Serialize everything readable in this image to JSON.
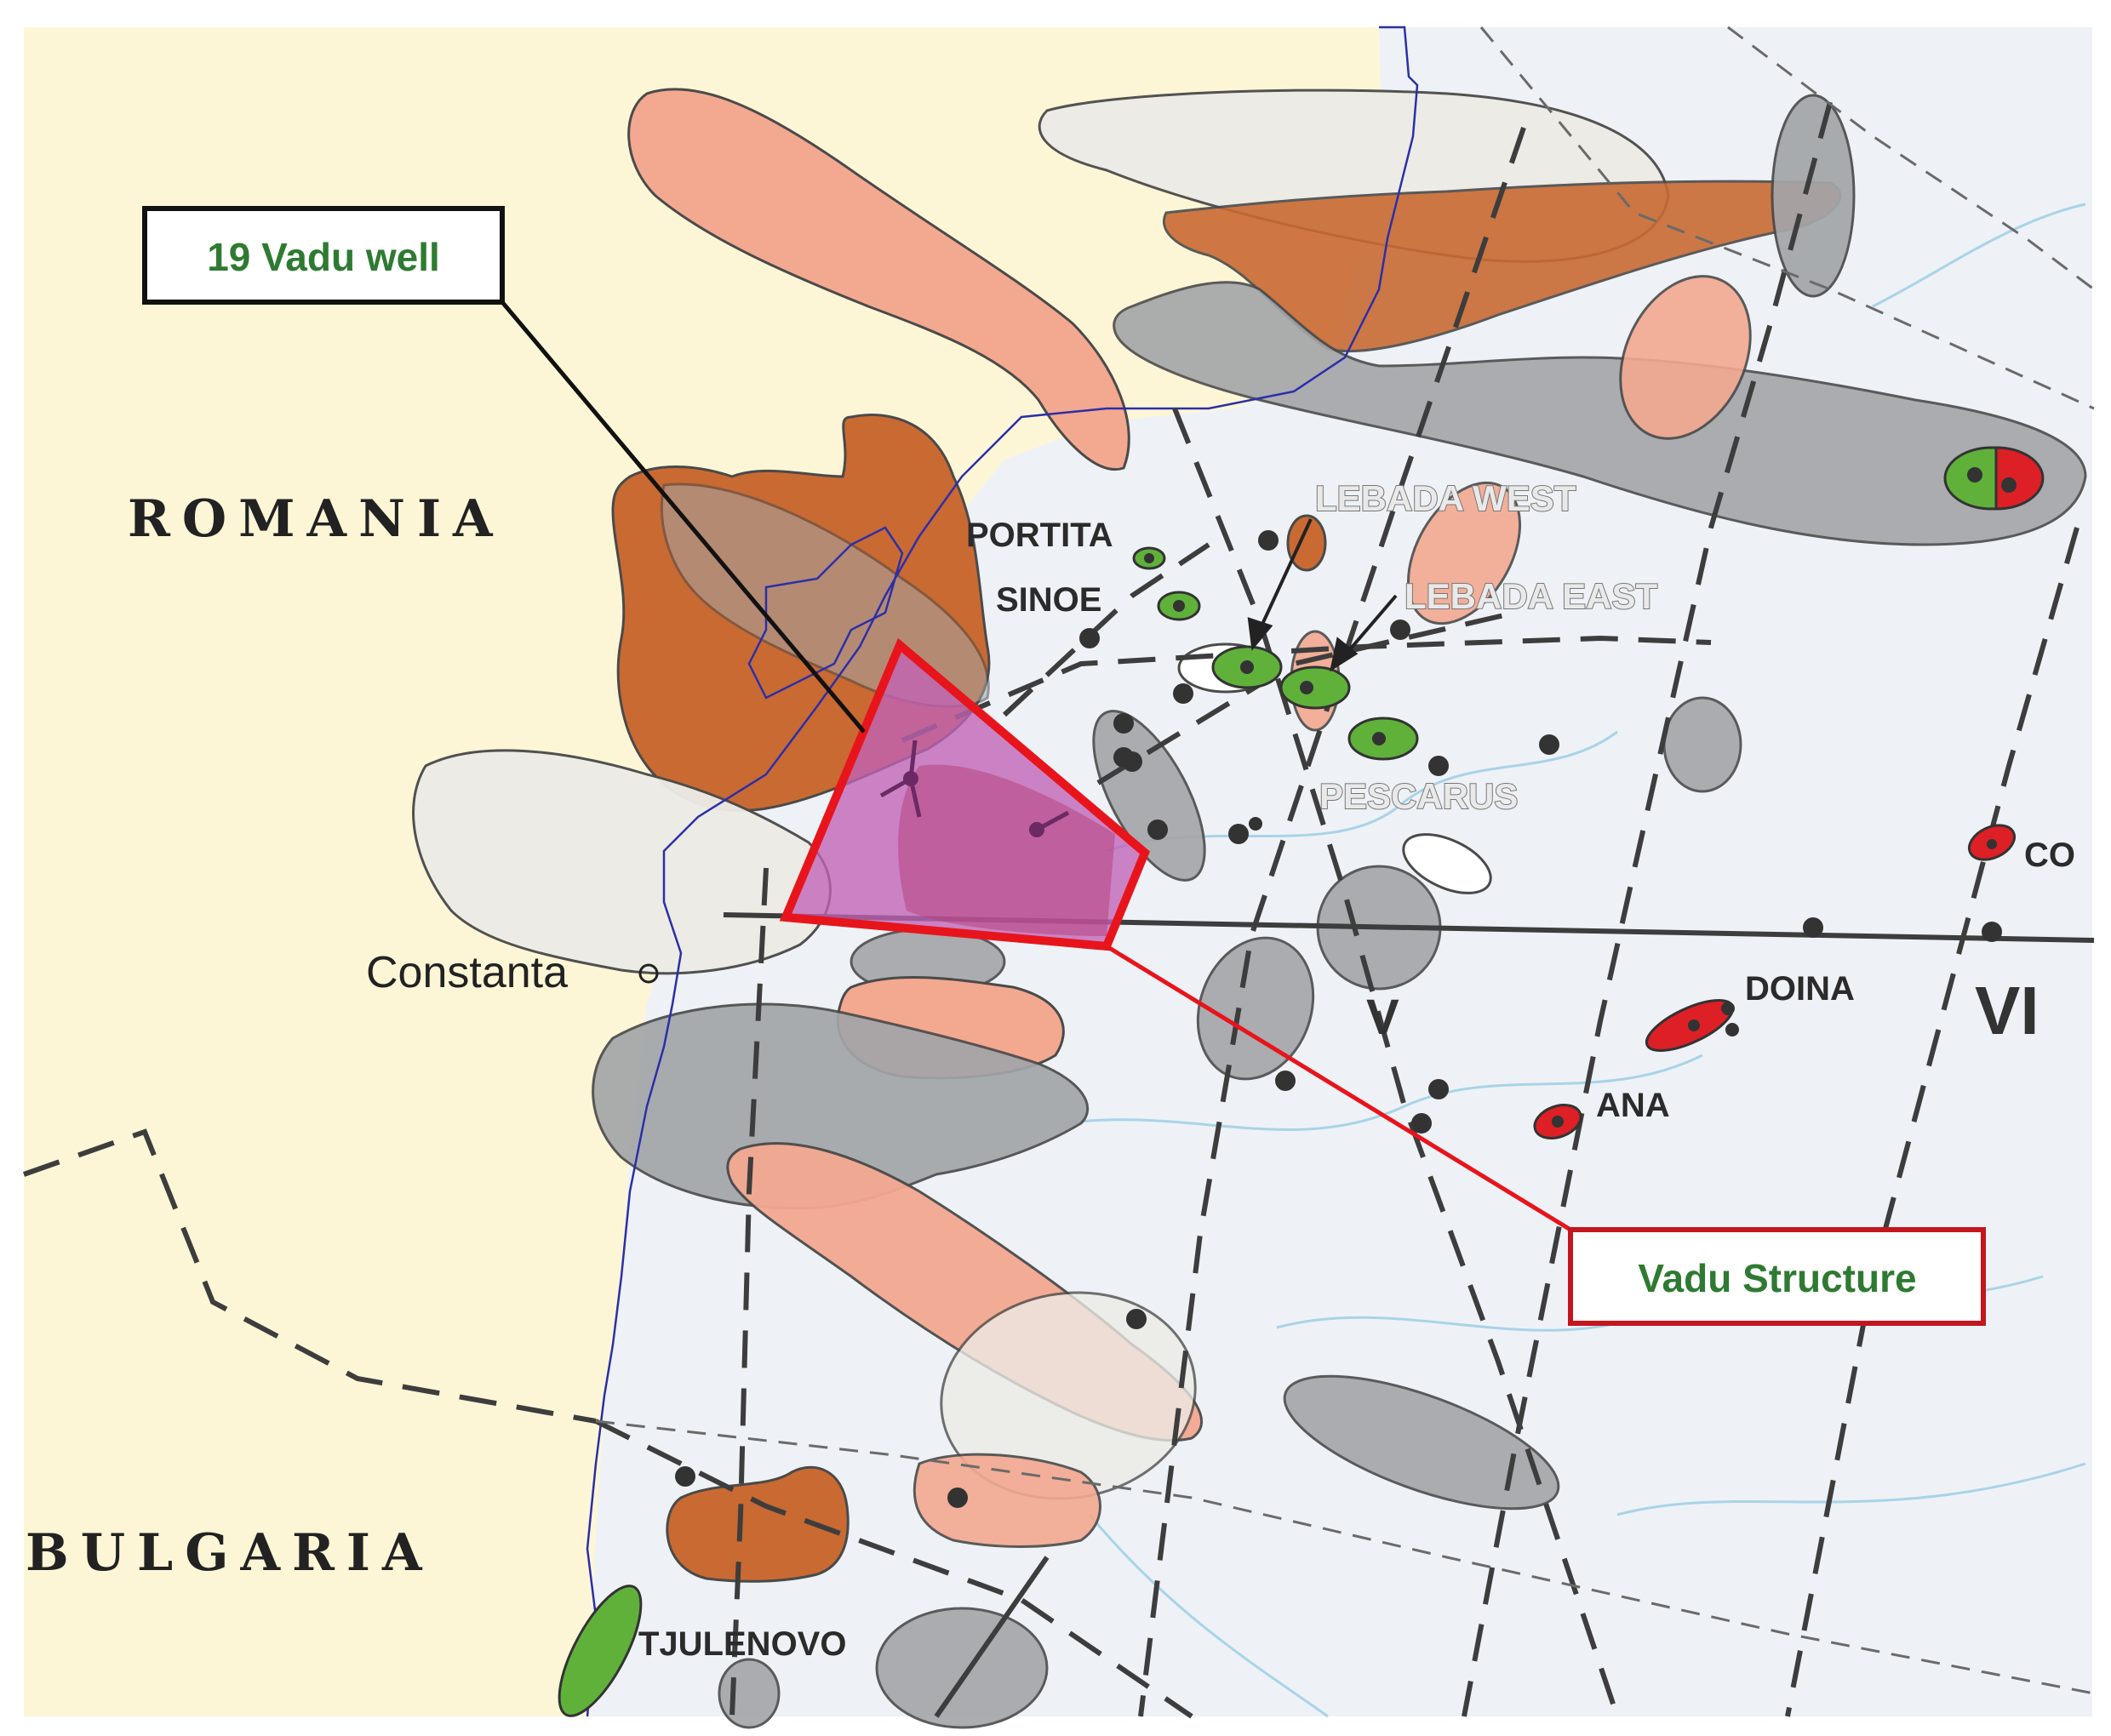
{
  "countries": {
    "romania": "ROMANIA",
    "bulgaria": "BULGARIA"
  },
  "cities": {
    "constanta": "Constanta"
  },
  "fields": {
    "portita": "PORTITA",
    "sinoe": "SINOE",
    "lebada_west": "LEBADA WEST",
    "lebada_east": "LEBADA EAST",
    "pescarus": "PESCARUS",
    "doina": "DOINA",
    "ana": "ANA",
    "cobalcescu": "CO",
    "tjulenovo": "TJULENOVO"
  },
  "zones": {
    "five": "V",
    "six": "VI"
  },
  "callouts": {
    "well": "19 Vadu well",
    "structure": "Vadu Structure"
  },
  "colors": {
    "land": "#fdf6d6",
    "sea": "#eef2f6",
    "salmon": "#f3a890",
    "brown": "#c96a33",
    "grey": "#a3a5a8",
    "light": "#ecebe6",
    "gas": "#5fb13a",
    "oil": "#dd1f26",
    "vadu_outline": "#e8141c",
    "vadu_fill": "#c063b6",
    "callout_text": "#2f7a32",
    "coastline": "#2b2fa8"
  }
}
